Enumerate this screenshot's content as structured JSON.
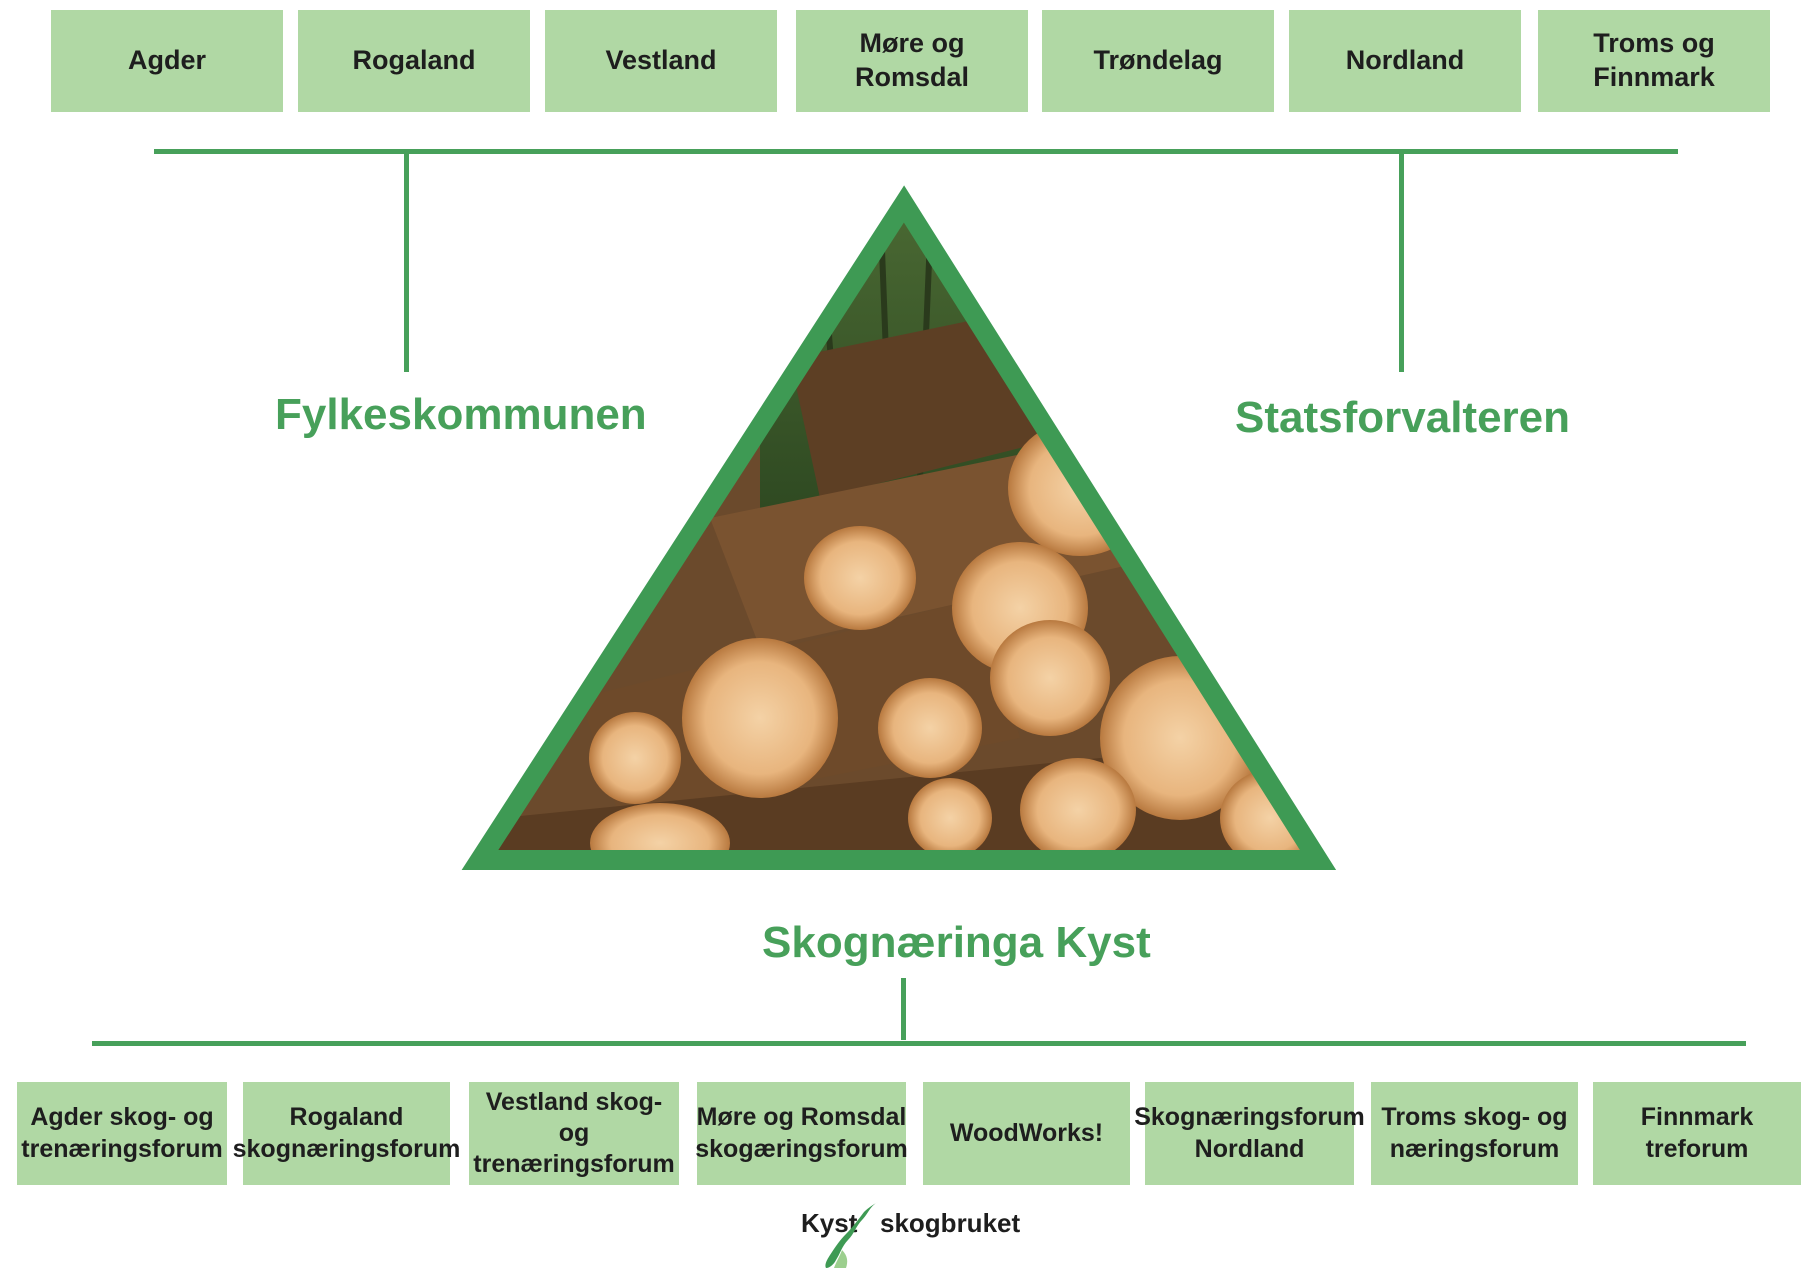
{
  "top_row": {
    "items": [
      {
        "label": "Agder"
      },
      {
        "label": "Rogaland"
      },
      {
        "label": "Vestland"
      },
      {
        "label": "Møre og Romsdal"
      },
      {
        "label": "Trøndelag"
      },
      {
        "label": "Nordland"
      },
      {
        "label": "Troms og Finnmark"
      }
    ]
  },
  "center": {
    "left_label": "Fylkeskommunen",
    "right_label": "Statsforvalteren",
    "bottom_label": "Skognæringa Kyst"
  },
  "bottom_row": {
    "items": [
      {
        "line1": "Agder skog- og",
        "line2": "trenæringsforum"
      },
      {
        "line1": "Rogaland",
        "line2": "skognæringsforum"
      },
      {
        "line1": "Vestland skog- og",
        "line2": "trenæringsforum"
      },
      {
        "line1": "Møre og Romsdal",
        "line2": "skogæringsforum"
      },
      {
        "line1": "WoodWorks!",
        "line2": ""
      },
      {
        "line1": "Skognæringsforum",
        "line2": "Nordland"
      },
      {
        "line1": "Troms skog- og",
        "line2": "næringsforum"
      },
      {
        "line1": "Finnmark treforum",
        "line2": ""
      }
    ]
  },
  "logo": {
    "left_text": "Kyst",
    "right_text": "skogbruket"
  },
  "colors": {
    "accent_green": "#47a05a",
    "box_green": "#b0d8a4"
  }
}
